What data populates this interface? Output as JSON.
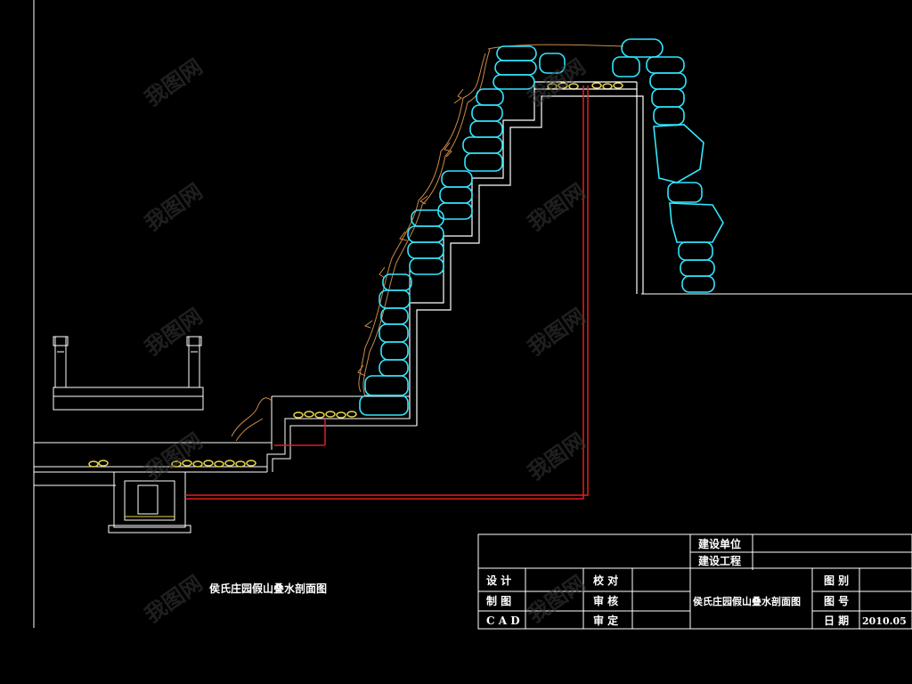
{
  "drawing_title": "侯氏庄园假山叠水剖面图",
  "title_block": {
    "client_label": "建设单位",
    "project_label": "建设工程",
    "design_label": "设 计",
    "check_label": "校 对",
    "draw_label": "制 图",
    "review_label": "审 核",
    "cad_label": "C A D",
    "approve_label": "审 定",
    "drawing_name": "侯氏庄园假山叠水剖面图",
    "category_label": "图 别",
    "number_label": "图 号",
    "date_label": "日 期",
    "date_value": "2010.05"
  },
  "watermark": "我图网",
  "colors": {
    "background": "#000000",
    "rock_outline": "#33e6ff",
    "soil_grass": "#c98a4b",
    "wall_line": "#ffffff",
    "pipe": "#e02020",
    "gravel": "#e6d44a"
  }
}
